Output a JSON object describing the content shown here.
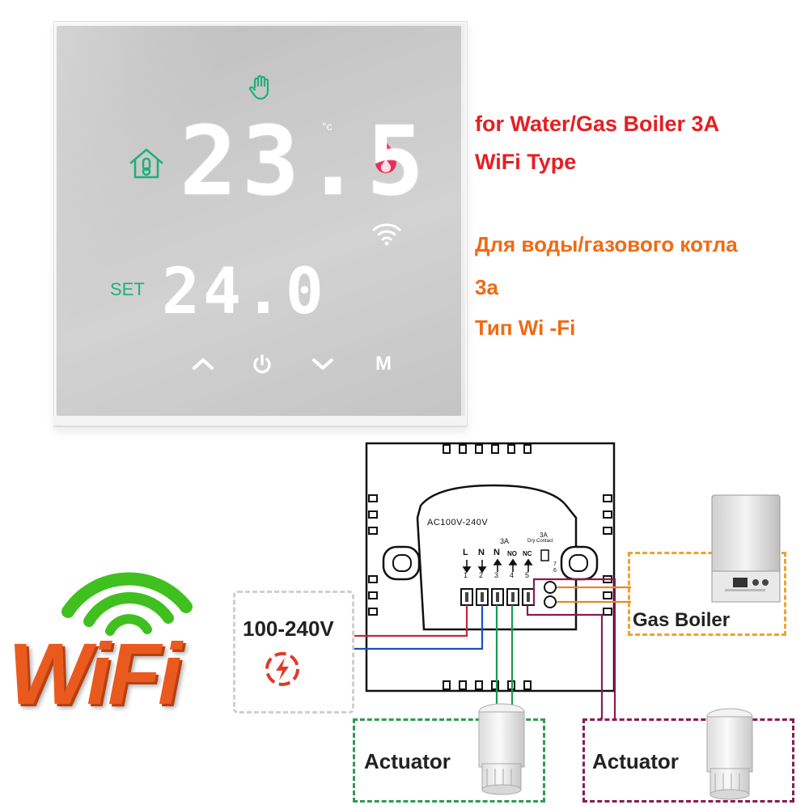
{
  "thermostat": {
    "current_temp": "23.5",
    "unit": "°c",
    "set_label": "SET",
    "set_temp": "24.0",
    "buttons": {
      "up": "^",
      "power": "⏻",
      "down": "v",
      "mode": "M"
    }
  },
  "specs": {
    "line1": "for Water/Gas Boiler 3A",
    "line2": "WiFi Type",
    "line3": "Для воды/газового котла",
    "line4": "3а",
    "line5": "Тип Wi -Fi"
  },
  "wiring": {
    "module_label": "AC100V-240V",
    "rating_3a": "3A",
    "rating_dry_3a": "3A",
    "rating_dry": "Dry Contact",
    "terminals": [
      {
        "name": "L",
        "num": "1"
      },
      {
        "name": "N",
        "num": "2"
      },
      {
        "name": "N",
        "num": "3"
      },
      {
        "name": "NO",
        "num": "4"
      },
      {
        "name": "NC",
        "num": "5"
      }
    ],
    "dry_nums": [
      "7",
      "6"
    ],
    "power_label": "100-240V",
    "boiler_label": "Gas Boiler",
    "actuator1_label": "Actuator",
    "actuator2_label": "Actuator"
  },
  "logo": {
    "text": "WiFi"
  },
  "colors": {
    "green_icon": "#21b07b",
    "flame": "#e5305a",
    "red_text": "#e41f22",
    "orange_text": "#f06a13",
    "wire_red": "#c0283a",
    "wire_blue": "#1c4fc4",
    "wire_green": "#1a9a55",
    "wire_magenta": "#8b1a52",
    "box_orange": "#f0a22d",
    "box_green": "#2e9a55",
    "box_magenta": "#8b1a52",
    "box_gray": "#cfcfcf",
    "wifi_green": "#3fc01f"
  }
}
